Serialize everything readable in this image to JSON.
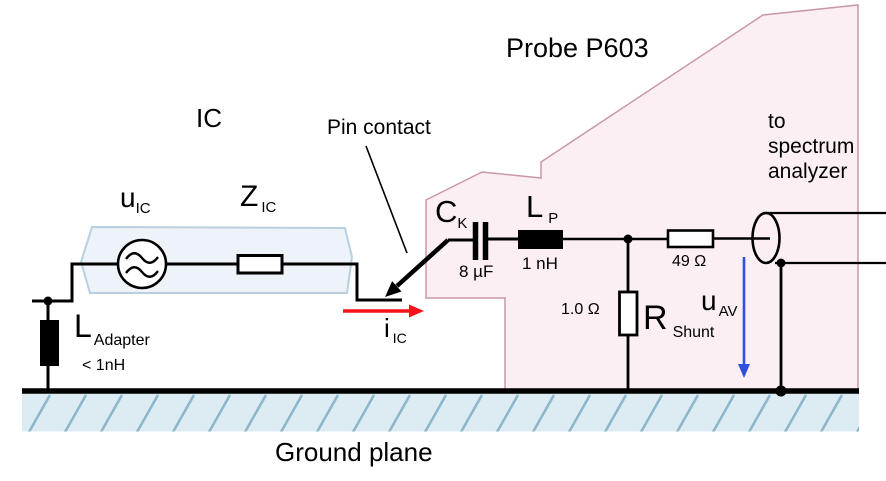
{
  "title": "Probe P603",
  "labels": {
    "ic": "IC",
    "pin_contact": "Pin contact",
    "to_spectrum": "to\nspectrum\nanalyzer",
    "ground": "Ground plane"
  },
  "components": {
    "u_ic": {
      "symbol": "u",
      "sub": "IC"
    },
    "z_ic": {
      "symbol": "Z",
      "sub": "IC"
    },
    "l_adapter": {
      "symbol": "L",
      "sub": "Adapter",
      "value": "< 1nH"
    },
    "c_k": {
      "symbol": "C",
      "sub": "K",
      "value": "8 µF"
    },
    "l_p": {
      "symbol": "L",
      "sub": "P",
      "value": "1 nH"
    },
    "r_series": {
      "value": "49 Ω"
    },
    "r_shunt": {
      "symbol": "R",
      "sub": "Shunt",
      "value": "1.0 Ω"
    },
    "u_av": {
      "symbol": "u",
      "sub": "AV"
    },
    "i_ic": {
      "symbol": "i",
      "sub": "IC"
    }
  },
  "colors": {
    "probe_fill": "#fbeff4",
    "probe_border": "#c998a8",
    "ic_fill": "#edf3f8",
    "ic_border": "#b7d0e0",
    "ground_fill": "#ddecf3",
    "ground_hatch": "#8cb6ca",
    "wire": "#000000",
    "current_arrow": "#f91319",
    "voltage_arrow": "#2d50dd"
  }
}
